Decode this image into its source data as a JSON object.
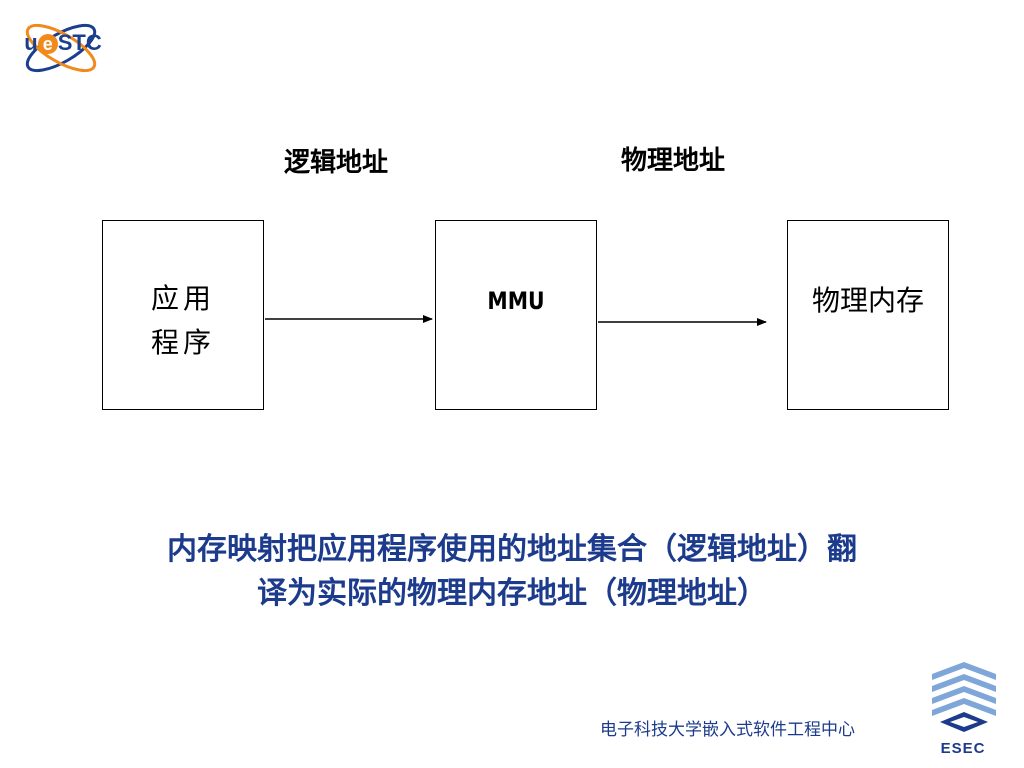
{
  "logo": {
    "text_prefix": "u",
    "text_e": "e",
    "text_suffix": "STC"
  },
  "labels": {
    "logical_address": "逻辑地址",
    "physical_address": "物理地址"
  },
  "nodes": {
    "app_line1": "应用",
    "app_line2": "程序",
    "mmu": "MMU",
    "physical_memory": "物理内存"
  },
  "caption": {
    "line1": "内存映射把应用程序使用的地址集合（逻辑地址）翻",
    "line2": "译为实际的物理内存地址（物理地址）"
  },
  "footer": {
    "org": "电子科技大学嵌入式软件工程中心",
    "logo_text": "ESEC"
  },
  "colors": {
    "caption": "#1c3b8c",
    "logo_blue": "#1a3f8f",
    "logo_orange": "#f08a1c"
  }
}
